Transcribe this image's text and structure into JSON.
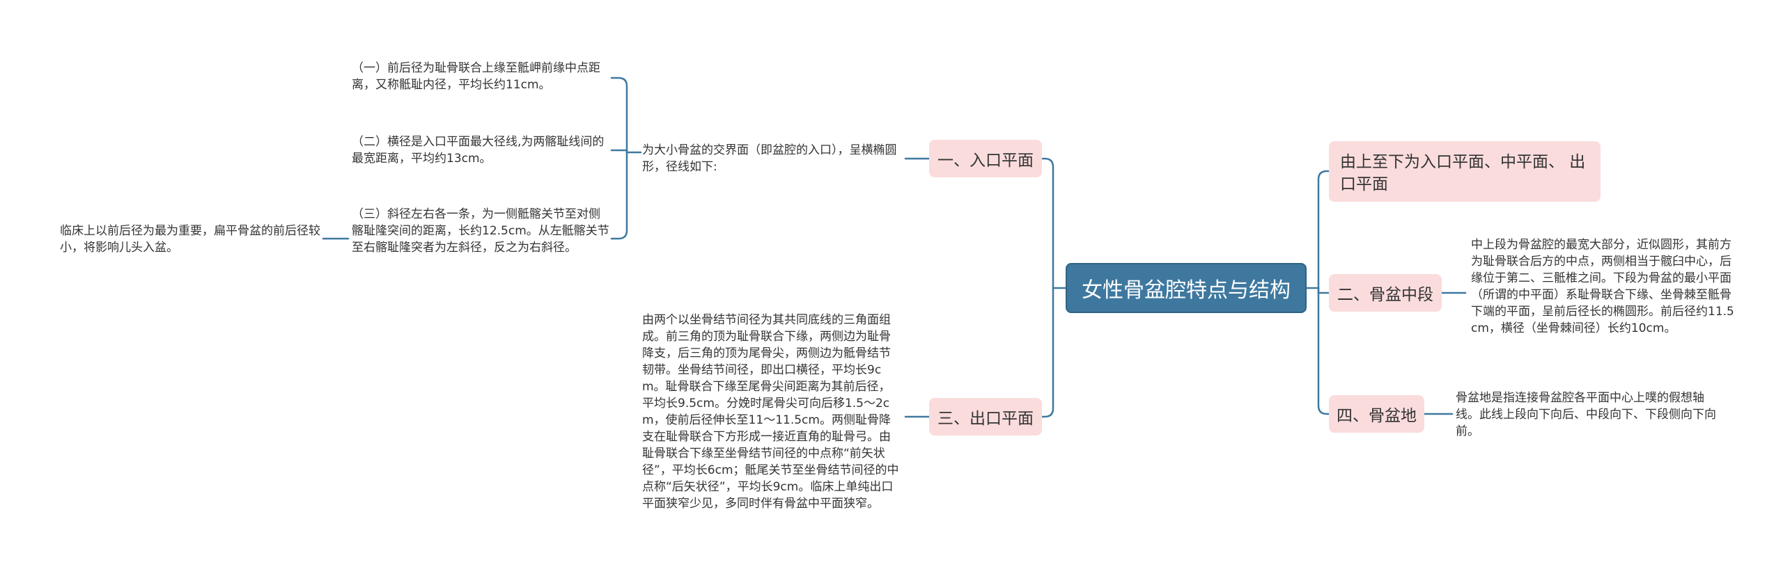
{
  "root": {
    "label": "女性骨盆腔特点与结构"
  },
  "branches": {
    "entrance": {
      "label": "一、入口平面",
      "desc": "为大小骨盆的交界面（即盆腔的入口），呈横椭圆形，径线如下:",
      "items": [
        "（一）前后径为耻骨联合上缘至骶岬前缘中点距离，又称骶耻内径，平均长约11cm。",
        "（二）横径是入口平面最大径线,为两髂耻线间的最宽距离，平均约13cm。",
        "（三）斜径左右各一条，为一侧骶髂关节至对侧髂耻隆突间的距离，长约12.5cm。从左骶髂关节至右髂耻隆突者为左斜径，反之为右斜径。"
      ],
      "note": "临床上以前后径为最为重要，扁平骨盆的前后径较小，将影响儿头入盆。"
    },
    "exit": {
      "label": "三、出口平面",
      "desc": "由两个以坐骨结节间径为其共同底线的三角面组成。前三角的顶为耻骨联合下缘，两侧边为耻骨降支，后三角的顶为尾骨尖，两侧边为骶骨结节韧带。坐骨结节间径，即出口横径，平均长9cm。耻骨联合下缘至尾骨尖间距离为其前后径，平均长9.5cm。分娩时尾骨尖可向后移1.5～2cm，使前后径伸长至11～11.5cm。两侧耻骨降支在耻骨联合下方形成一接近直角的耻骨弓。由耻骨联合下缘至坐骨结节间径的中点称“前矢状径”，平均长6cm；骶尾关节至坐骨结节间径的中点称“后矢状径”，平均长9cm。临床上单纯出口平面狭窄少见，多同时伴有骨盆中平面狭窄。"
    },
    "overview": {
      "label": "由上至下为入口平面、中平面、 出口平面"
    },
    "middle": {
      "label": "二、骨盆中段",
      "desc": "中上段为骨盆腔的最宽大部分，近似圆形，其前方为耻骨联合后方的中点，两侧相当于髋臼中心，后缘位于第二、三骶椎之间。下段为骨盆的最小平面（所谓的中平面）系耻骨联合下缘、坐骨棘至骶骨下端的平面，呈前后径长的椭圆形。前后径约11.5cm，横径（坐骨棘间径）长约10cm。"
    },
    "floor": {
      "label": "四、骨盆地",
      "desc": "骨盆地是指连接骨盆腔各平面中心上噗的假想轴线。此线上段向下向后、中段向下、下段侧向下向前。"
    }
  },
  "colors": {
    "root_fill": "#3e789f",
    "branch_fill": "#fadcdc",
    "connector": "#3e789f",
    "text": "#333333"
  }
}
